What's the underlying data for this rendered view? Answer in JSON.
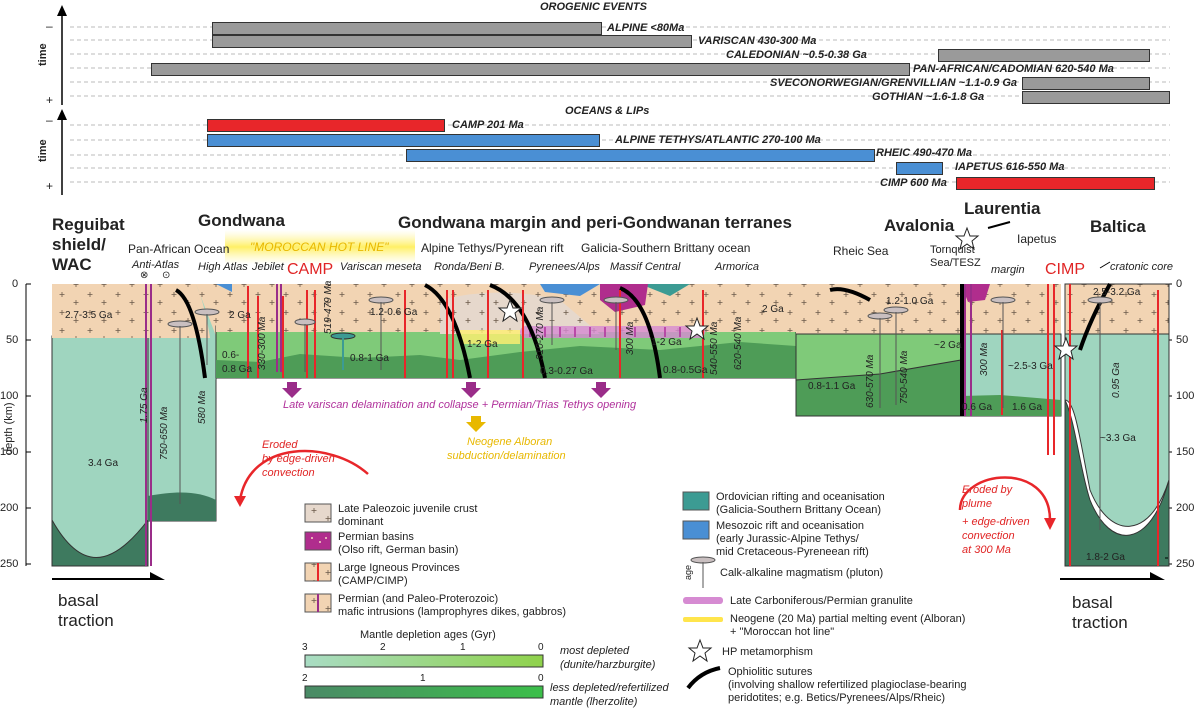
{
  "orogenic": {
    "title": "OROGENIC EVENTS",
    "time_label": "time",
    "minus": "–",
    "plus": "+",
    "bars": [
      {
        "label": "ALPINE <80Ma",
        "color": "#9a9a9a"
      },
      {
        "label": "VARISCAN 430-300 Ma",
        "color": "#9a9a9a"
      },
      {
        "label": "CALEDONIAN ~0.5-0.38 Ga",
        "color": "#9a9a9a"
      },
      {
        "label": "PAN-AFRICAN/CADOMIAN 620-540 Ma",
        "color": "#9a9a9a"
      },
      {
        "label": "SVECONORWEGIAN/GRENVILLIAN ~1.1-0.9 Ga",
        "color": "#9a9a9a"
      },
      {
        "label": "GOTHIAN ~1.6-1.8 Ga",
        "color": "#9a9a9a"
      }
    ]
  },
  "oceans": {
    "title": "OCEANS & LIPs",
    "time_label": "time",
    "minus": "–",
    "plus": "+",
    "bars": [
      {
        "label": "CAMP 201 Ma",
        "color": "#e8262a"
      },
      {
        "label": "ALPINE TETHYS/ATLANTIC 270-100 Ma",
        "color": "#4a8fd4"
      },
      {
        "label": "RHEIC 490-470 Ma",
        "color": "#4a8fd4"
      },
      {
        "label": "IAPETUS 616-550 Ma",
        "color": "#4a8fd4"
      },
      {
        "label": "CIMP 600 Ma",
        "color": "#e8262a"
      }
    ]
  },
  "regions": {
    "reguibat": "Reguibat",
    "shield": "shield/",
    "wac": "WAC",
    "gondwana": "Gondwana",
    "margin": "Gondwana margin and peri-Gondwanan terranes",
    "avalonia": "Avalonia",
    "laurentia": "Laurentia",
    "baltica": "Baltica"
  },
  "oceans_labels": {
    "pan_african": "Pan-African Ocean",
    "alpine_tethys": "Alpine Tethys/Pyrenean rift",
    "galicia": "Galicia-Southern Brittany ocean",
    "rheic": "Rheic Sea",
    "iapetus": "Iapetus",
    "tornquist": "Tornquist",
    "tesz": "Sea/TESZ"
  },
  "places": {
    "anti_atlas": "Anti-Atlas",
    "high_atlas": "High Atlas",
    "jebilet": "Jebilet",
    "variscan_meseta": "Variscan meseta",
    "ronda": "Ronda/Beni B.",
    "pyrenees": "Pyrenees/Alps",
    "massif": "Massif Central",
    "armorica": "Armorica",
    "margin": "margin",
    "cratonic": "cratonic core"
  },
  "hot_line": "\"MOROCCAN HOT LINE\"",
  "camp": "CAMP",
  "cimp": "CIMP",
  "axis": {
    "title": "depth (km)",
    "ticks": [
      "0",
      "50",
      "100",
      "150",
      "200",
      "250"
    ]
  },
  "ages": {
    "a1": "2.7-3.5 Ga",
    "a2": "3.4 Ga",
    "a3": "1.75 Ga",
    "a4": "750-650 Ma",
    "a5": "580 Ma",
    "a6": "2 Ga",
    "a7": "330-300 Ma",
    "a8": "0.6-",
    "a8b": "0.8 Ga",
    "a9": "519-479 Ma",
    "a10": "1.2-0.6 Ga",
    "a11": "0.8-1 Ga",
    "a12": "1-2 Ga",
    "a13": "310-270 Ma",
    "a14": "0.3-0.27 Ga",
    "a15": "300 Ma",
    "a16": "1-2 Ga",
    "a17": "0.8-0.5Ga",
    "a18": "540-550 Ma",
    "a19": "620-540 Ma",
    "a20": "2 Ga",
    "a21": "1.2-1.0 Ga",
    "a22": "~2 Ga",
    "a23": "0.8-1.1 Ga",
    "a24": "630-570 Ma",
    "a25": "750-540 Ma",
    "a26": "300 Ma",
    "a27": "~2.5-3 Ga",
    "a28": "0.6 Ga",
    "a29": "1.6 Ga",
    "a30": "2.5-3.2 Ga",
    "a31": "0.95 Ga",
    "a32": "~3.3 Ga",
    "a33": "1.8-2 Ga"
  },
  "annotations": {
    "delamination": "Late variscan delamination and collapse + Permian/Trias Tethys opening",
    "alboran1": "Neogene Alboran",
    "alboran2": "subduction/delamination",
    "eroded_edge1": "Eroded",
    "eroded_edge2": "by edge-driven",
    "eroded_edge3": "convection",
    "eroded_plume1": "Eroded by",
    "eroded_plume2": "plume",
    "eroded_plume3": "+ edge-driven",
    "eroded_plume4": "convection",
    "eroded_plume5": "at 300 Ma",
    "basal1": "basal",
    "basal2": "traction"
  },
  "legend": {
    "items": [
      {
        "l1": "Late Paleozoic juvenile crust",
        "l2": "dominant"
      },
      {
        "l1": "Permian basins",
        "l2": "(Olso rift, German basin)"
      },
      {
        "l1": "Large Igneous Provinces",
        "l2": "(CAMP/CIMP)"
      },
      {
        "l1": "Permian (and Paleo-Proterozoic)",
        "l2": "mafic intrusions (lamprophyres dikes, gabbros)"
      },
      {
        "l1": "Ordovician rifting and oceanisation",
        "l2": "(Galicia-Southern Brittany Ocean)"
      },
      {
        "l1": "Mesozoic rift and oceanisation",
        "l2": "(early Jurassic-Alpine Tethys/",
        "l3": "mid Cretaceous-Pyreneean rift)"
      },
      {
        "l1": "Calk-alkaline magmatism (pluton)",
        "age": "age"
      },
      {
        "l1": "Late Carboniferous/Permian granulite"
      },
      {
        "l1": "Neogene (20 Ma) partial melting event (Alboran)",
        "l2": "+ \"Moroccan hot line\""
      },
      {
        "l1": "HP metamorphism"
      },
      {
        "l1": "Ophiolitic sutures",
        "l2": "(involving shallow refertilized plagioclase-bearing",
        "l3": "peridotites; e.g. Betics/Pyrenees/Alps/Rheic)"
      }
    ],
    "depletion_title": "Mantle depletion ages (Gyr)",
    "scale1_ticks": [
      "3",
      "2",
      "1",
      "0"
    ],
    "scale2_ticks": [
      "2",
      "1",
      "0"
    ],
    "most1": "most depleted",
    "most2": "(dunite/harzburgite)",
    "less1": "less depleted/refertilized",
    "less2": "mantle (lherzolite)"
  }
}
